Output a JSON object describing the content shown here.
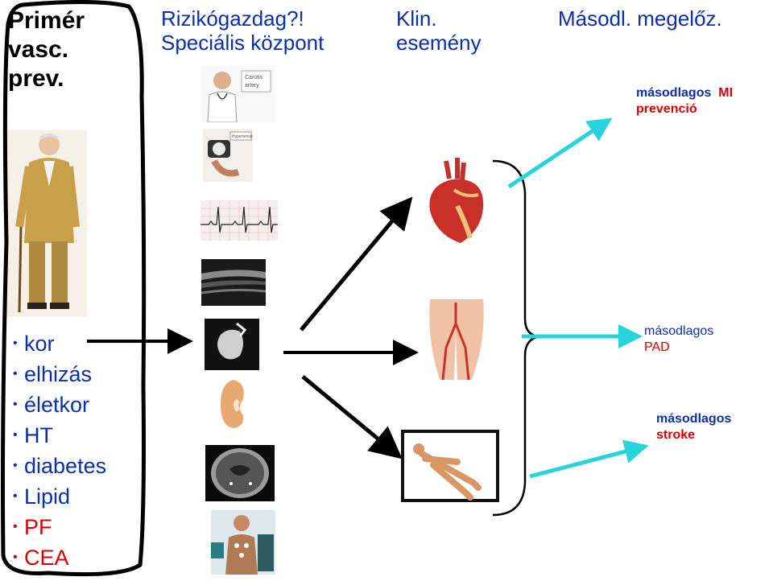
{
  "col1": {
    "title_lines": [
      "Primér",
      "vasc.",
      "prev."
    ],
    "risk_factors": [
      {
        "text": "kor",
        "color": "#0d2fa5"
      },
      {
        "text": "elhizás",
        "color": "#0d2fa5"
      },
      {
        "text": "életkor",
        "color": "#0d2fa5"
      },
      {
        "text": "HT",
        "color": "#0d2fa5"
      },
      {
        "text": "diabetes",
        "color": "#0d2fa5"
      },
      {
        "text": "Lipid",
        "color": "#0d2fa5"
      },
      {
        "text": "PF",
        "color": "#d60000"
      },
      {
        "text": "CEA",
        "color": "#d60000"
      }
    ]
  },
  "col2": {
    "title_lines": [
      "Rizikógazdag?!",
      "Speciális központ"
    ]
  },
  "col3": {
    "title_lines": [
      "Klin.",
      "esemény"
    ]
  },
  "col4": {
    "title": "Másodl. megelőz.",
    "outcomes": [
      {
        "line1": "másodlagos",
        "line1_suffix": "MI",
        "line2": "prevenció"
      },
      {
        "line1": "másodlagos",
        "line2": "PAD"
      },
      {
        "line1": "másodlagos",
        "line2": "stroke"
      }
    ]
  },
  "image_captions": {
    "doctor_sign": "Carotis\nartery",
    "bp_label": "Hypertension"
  },
  "colors": {
    "primary_text": "#0d2fa5",
    "accent_red": "#d60000",
    "arrow_cyan": "#27d4d9"
  }
}
